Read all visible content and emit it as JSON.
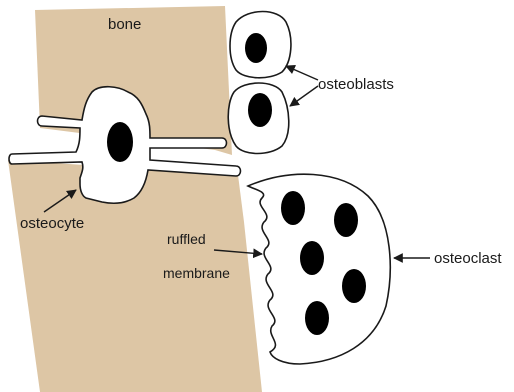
{
  "labels": {
    "bone": "bone",
    "osteoblasts": "osteoblasts",
    "osteocyte": "osteocyte",
    "ruffled_line1": "ruffled",
    "ruffled_line2": "membrane",
    "osteoclast": "osteoclast"
  },
  "colors": {
    "bone": "#ddc6a5",
    "outline": "#1a1a1a",
    "cell_fill": "#ffffff",
    "nucleus": "#000000"
  }
}
